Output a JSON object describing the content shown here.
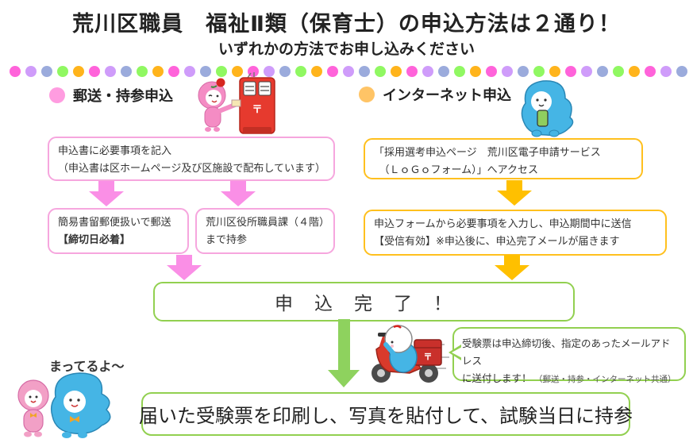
{
  "page": {
    "title": "荒川区職員　福祉Ⅱ類（保育士）の申込方法は２通り！",
    "subtitle": "いずれかの方法でお申し込みください"
  },
  "divider": {
    "dot_count": 43,
    "dot_colors": [
      "#ff63da",
      "#cf9cfa",
      "#9babdc",
      "#90f862",
      "#ffb41c"
    ]
  },
  "mail_column": {
    "header": "郵送・持参申込",
    "step1": {
      "line1": "申込書に必要事項を記入",
      "line2": "（申込書は区ホームページ及び区施設で配布しています）"
    },
    "step2_mail": {
      "line1": "簡易書留郵便扱いで郵送",
      "line2": "【締切日必着】"
    },
    "step2_bring": {
      "line1": "荒川区役所職員課（４階）",
      "line2": "まで持参"
    }
  },
  "internet_column": {
    "header": "インターネット申込",
    "step1": {
      "line1": "「採用選考申込ページ　荒川区電子申請サービス",
      "line2": "　（ＬｏＧｏフォーム）」へアクセス"
    },
    "step2": {
      "line1": "申込フォームから必要事項を入力し、申込期間中に送信",
      "line2": "【受信有効】※申込後に、申込完了メールが届きます"
    }
  },
  "complete": {
    "label": "申　込　完　了　！"
  },
  "delivery": {
    "bubble_line1": "受験票は申込締切後、指定のあったメールアドレス",
    "bubble_line2": "に送付します！",
    "bubble_note": "（郵送・持参・インターネット共通）",
    "postbox_mark": "〒"
  },
  "footer": {
    "waiting": "まってるよ～",
    "final": "届いた受験票を印刷し、写真を貼付して、試験当日に持参"
  },
  "colors": {
    "mail_accent": "#fa8fe6",
    "mail_border": "#f6a6de",
    "mail_bullet": "#ff9ce0",
    "internet_accent": "#ffc000",
    "internet_bullet": "#ffc466",
    "green_accent": "#92d050"
  }
}
